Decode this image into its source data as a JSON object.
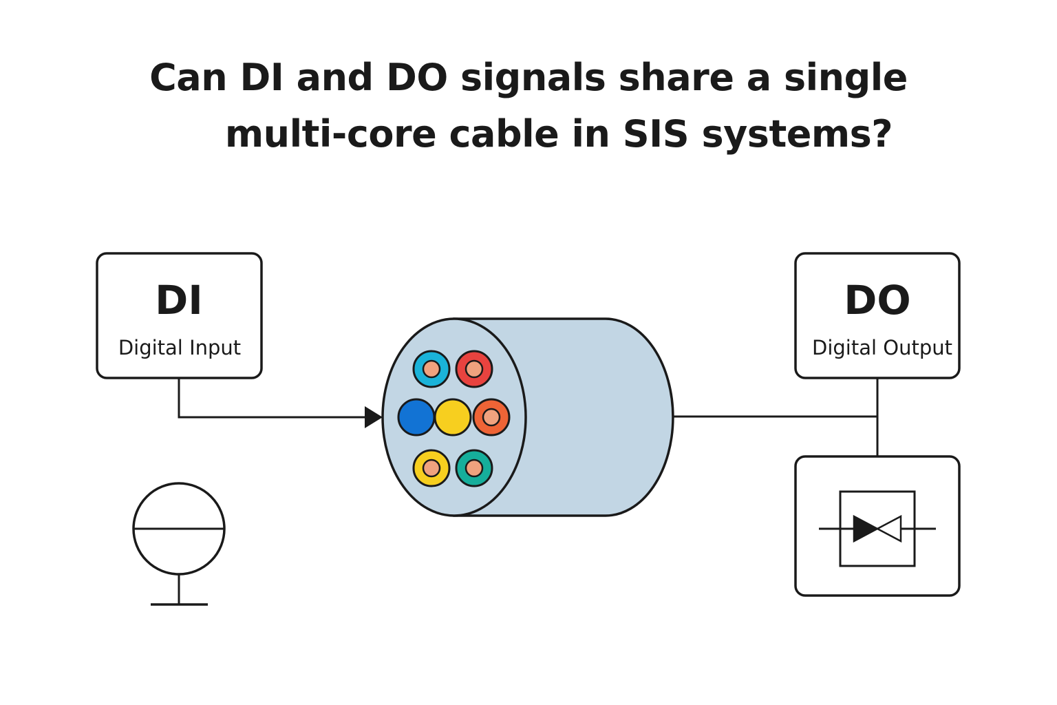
{
  "title": {
    "line1": "Can DI and DO signals share a single",
    "line2": "multi-core cable in SIS systems?"
  },
  "di_box": {
    "code": "DI",
    "label": "Digital Input"
  },
  "do_box": {
    "code": "DO",
    "label": "Digital Output"
  },
  "icons": {
    "sensor": "sensor-symbol-icon",
    "valve": "valve-symbol-icon",
    "cable": "multi-core-cable-icon"
  },
  "colors": {
    "stroke": "#1a1a1a",
    "cable_fill": "#c2d6e4",
    "core_cyan": "#1ab3d9",
    "core_red": "#e8433f",
    "core_blue": "#1273d4",
    "core_yellow": "#f7cf1f",
    "core_orange": "#ee6436",
    "core_teal": "#16ae9b",
    "core_inner": "#f0a27e"
  }
}
